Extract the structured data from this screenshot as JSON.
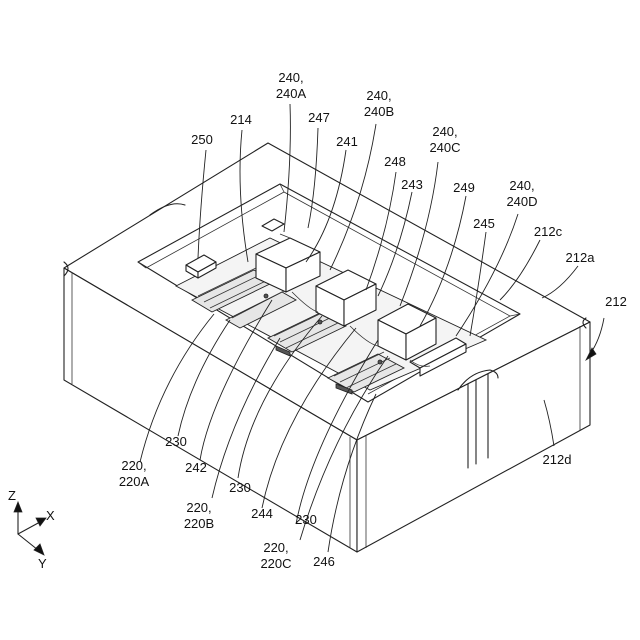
{
  "labels": {
    "l240a": [
      "240,",
      "240A"
    ],
    "l240b": [
      "240,",
      "240B"
    ],
    "l240c": [
      "240,",
      "240C"
    ],
    "l240d": [
      "240,",
      "240D"
    ],
    "l214": "214",
    "l250": "250",
    "l247": "247",
    "l241": "241",
    "l248": "248",
    "l243": "243",
    "l249": "249",
    "l245": "245",
    "l212c": "212c",
    "l212a": "212a",
    "l212": "212",
    "l212d": "212d",
    "l220a": [
      "220,",
      "220A"
    ],
    "l230a": "230",
    "l242": "242",
    "l220b": [
      "220,",
      "220B"
    ],
    "l230b": "230",
    "l244": "244",
    "l230c": "230",
    "l220c": [
      "220,",
      "220C"
    ],
    "l246": "246"
  },
  "axes": {
    "z": "Z",
    "x": "X",
    "y": "Y"
  }
}
